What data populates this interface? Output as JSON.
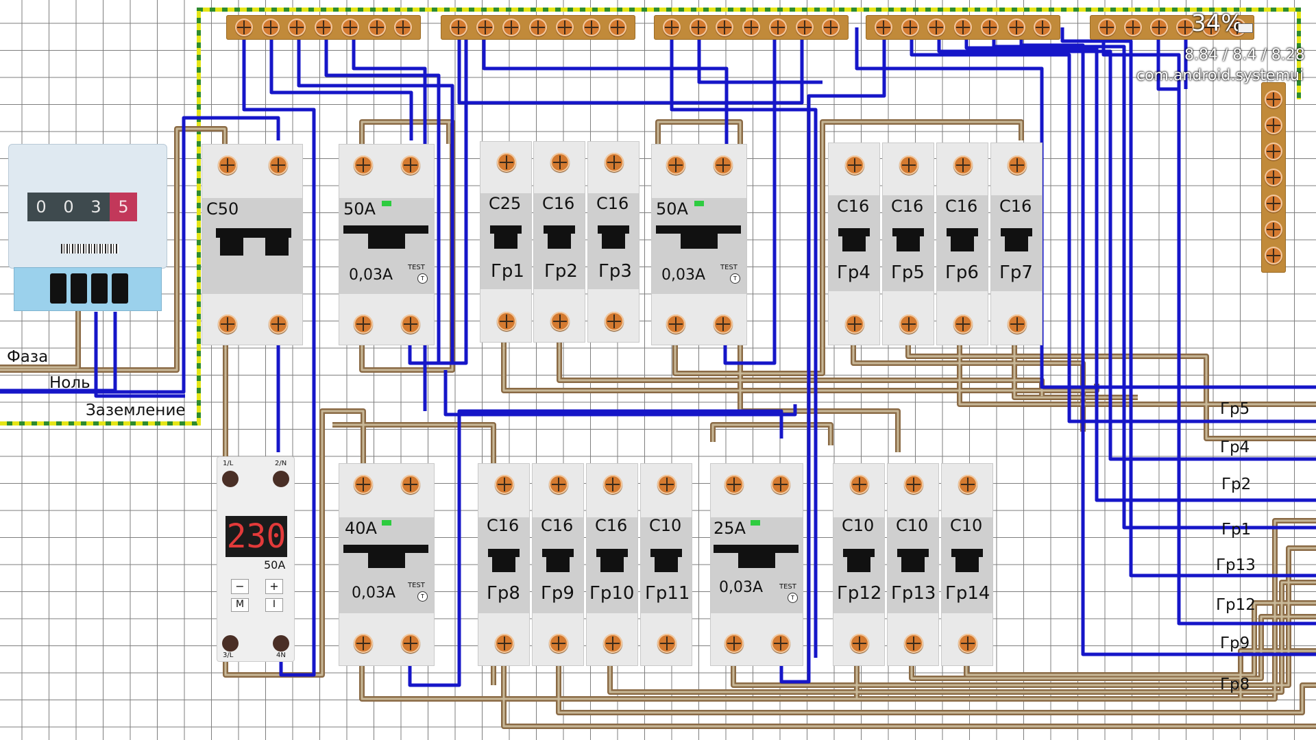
{
  "status": {
    "battery": "34%",
    "counts": "8.84 / 8.4 / 8.28",
    "app": "com.android.systemui"
  },
  "meter": {
    "digits": [
      "0",
      "0",
      "3",
      "5"
    ]
  },
  "feed_labels": {
    "phase": "Фаза",
    "neutral": "Ноль",
    "ground": "Заземление"
  },
  "relay": {
    "display": "230",
    "rating": "50A",
    "btn_minus": "−",
    "btn_plus": "+",
    "btn_m": "M",
    "btn_i": "I",
    "t1": "1/L",
    "t2": "2/N",
    "t3": "3/L",
    "t4": "4N"
  },
  "main_breaker": {
    "rating": "C50"
  },
  "rcds": [
    {
      "rating": "50A",
      "leak": "0,03A",
      "test": "TEST",
      "test_mark": "T"
    },
    {
      "rating": "50A",
      "leak": "0,03A",
      "test": "TEST",
      "test_mark": "T"
    },
    {
      "rating": "40A",
      "leak": "0,03A",
      "test": "TEST",
      "test_mark": "T"
    },
    {
      "rating": "25A",
      "leak": "0,03A",
      "test": "TEST",
      "test_mark": "T"
    }
  ],
  "breakers_top": [
    {
      "rating": "C25",
      "group": "Гр1"
    },
    {
      "rating": "C16",
      "group": "Гр2"
    },
    {
      "rating": "C16",
      "group": "Гр3"
    },
    {
      "rating": "C16",
      "group": "Гр4"
    },
    {
      "rating": "C16",
      "group": "Гр5"
    },
    {
      "rating": "C16",
      "group": "Гр6"
    },
    {
      "rating": "C16",
      "group": "Гр7"
    }
  ],
  "breakers_bottom": [
    {
      "rating": "C16",
      "group": "Гр8"
    },
    {
      "rating": "C16",
      "group": "Гр9"
    },
    {
      "rating": "C16",
      "group": "Гр10"
    },
    {
      "rating": "C10",
      "group": "Гр11"
    },
    {
      "rating": "C10",
      "group": "Гр12"
    },
    {
      "rating": "C10",
      "group": "Гр13"
    },
    {
      "rating": "C10",
      "group": "Гр14"
    }
  ],
  "outputs": [
    "Гр5",
    "Гр4",
    "Гр2",
    "Гр1",
    "Гр13",
    "Гр12",
    "Гр9",
    "Гр8"
  ],
  "colors": {
    "phase_wire": "#a0825f",
    "neutral_wire": "#1414c8",
    "ground_wire": "#d6d61e",
    "bus": "#c18a3a",
    "screw": "#d47a30"
  }
}
